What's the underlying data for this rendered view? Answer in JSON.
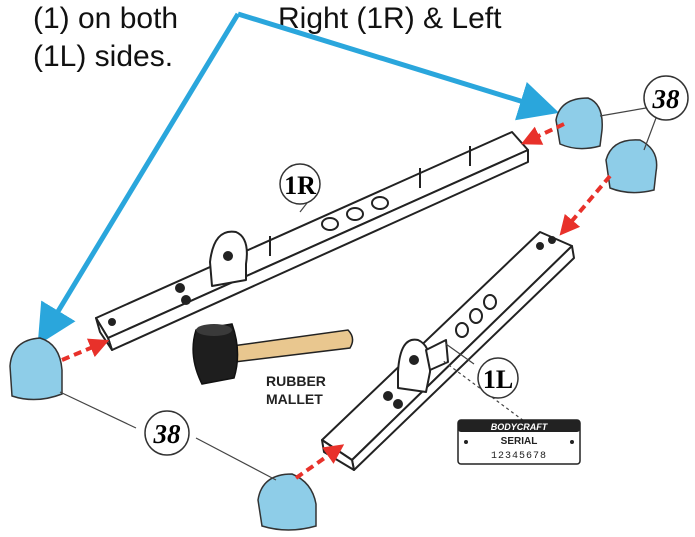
{
  "instruction": {
    "line1": "(1) on both",
    "line2": "(1L) sides.",
    "line_right": "Right (1R) & Left"
  },
  "callouts": {
    "end_cap": "38"
  },
  "parts": {
    "right_rail": "1R",
    "left_rail": "1L"
  },
  "tool": {
    "line1": "RUBBER",
    "line2": "MALLET"
  },
  "serial_plate": {
    "brand": "BODYCRAFT",
    "label": "SERIAL",
    "number": "12345678"
  },
  "colors": {
    "leader_arrow": "#2aa6dc",
    "insert_arrow": "#e8312a",
    "end_cap": "#8ecde8",
    "rail_outline": "#222222"
  }
}
